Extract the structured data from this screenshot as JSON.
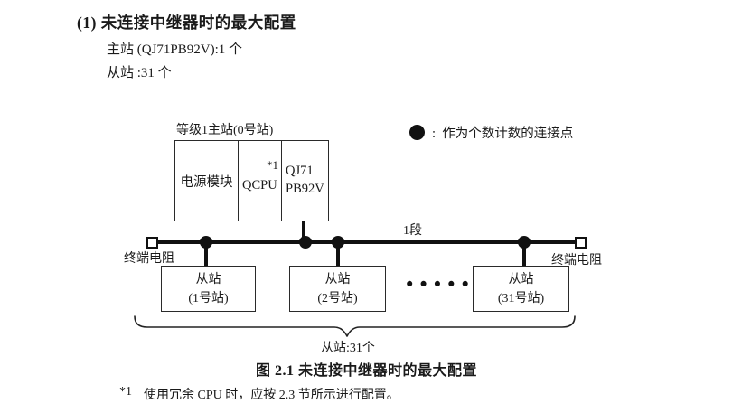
{
  "header": {
    "heading": "(1) 未连接中继器时的最大配置",
    "master_line": "主站 (QJ71PB92V):1 个",
    "slave_line": "从站 :31 个"
  },
  "diagram": {
    "master_station": {
      "label": "等级1主站(0号站)",
      "modules": [
        {
          "name": "电源模块"
        },
        {
          "name": "QCPU",
          "note": "*1"
        },
        {
          "name": "QJ71\nPB92V"
        }
      ]
    },
    "legend": {
      "text": ":  作为个数计数的连接点"
    },
    "segment_label": "1段",
    "terminator_left": "终端电阻",
    "terminator_right": "终端电阻",
    "slaves": [
      {
        "name": "从站\n(1号站)"
      },
      {
        "name": "从站\n(2号站)"
      },
      {
        "name": "从站\n(31号站)"
      }
    ],
    "ellipsis": "••••••",
    "brace_label": "从站:31个"
  },
  "caption": "图 2.1 未连接中继器时的最大配置",
  "footnote": {
    "marker": "*1",
    "text": "使用冗余 CPU 时，应按 2.3 节所示进行配置。"
  }
}
